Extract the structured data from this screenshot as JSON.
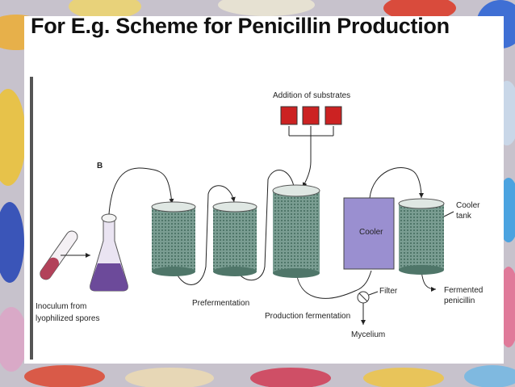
{
  "slide": {
    "title": "For E.g. Scheme for Penicillin Production"
  },
  "diagram": {
    "stage_letter": "B",
    "addition_of_substrates": "Addition of substrates",
    "cooler_box": "Cooler",
    "cooler_tank_line1": "Cooler",
    "cooler_tank_line2": "tank",
    "filter": "Filter",
    "fermented_line1": "Fermented",
    "fermented_line2": "penicillin",
    "prefermentation": "Prefermentation",
    "production_fermentation": "Production fermentation",
    "mycelium": "Mycelium",
    "inoculum_line1": "Inoculum from",
    "inoculum_line2": "lyophilized spores"
  },
  "colors": {
    "substrate_red": "#cc2222",
    "cooler_purple": "#9a8fd0",
    "tank_green": "#5f8a7e",
    "flask_purple": "#6c4a9a"
  }
}
